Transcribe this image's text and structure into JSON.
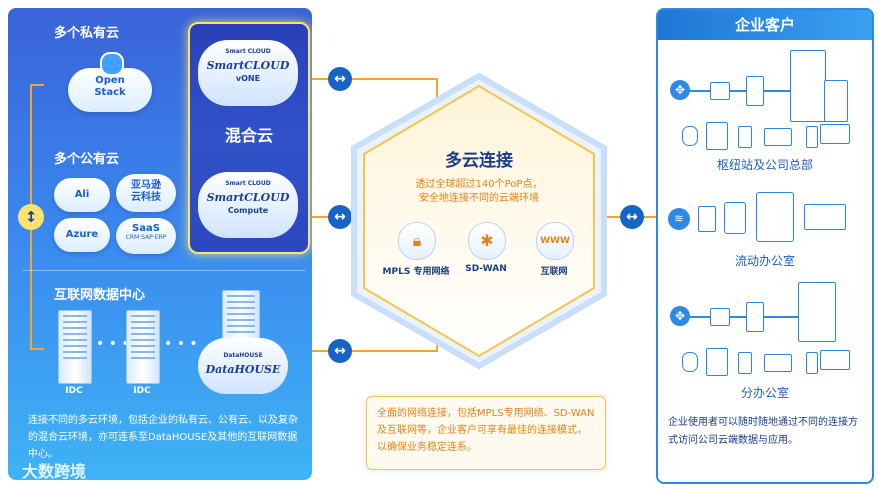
{
  "left": {
    "private_title": "多个私有云",
    "openstack": [
      "Open",
      "Stack"
    ],
    "public_title": "多个公有云",
    "ali": "Ali",
    "amazon": [
      "亚马逊",
      "云科技"
    ],
    "azure": "Azure",
    "saas": "SaaS",
    "saas_sub": "CRM·SAP·ERP",
    "hybrid_label": "混合云",
    "smartcloud_small": "Smart CLOUD",
    "smartcloud_logo": "SmartCLOUD",
    "vone": "vONE",
    "compute": "Compute",
    "idc_title": "互联网数据中心",
    "idc1": "IDC",
    "idc2": "IDC",
    "datahouse_small": "DataHOUSE",
    "datahouse_logo": "DataHOUSE",
    "desc": "连接不同的多云环境，包括企业的私有云、公有云、以及复杂的混合云环境，亦可连系至DataHOUSE及其他的互联网数据中心。"
  },
  "center": {
    "title": "多云连接",
    "desc_line1": "透过全球超过140个PoP点，",
    "desc_line2": "安全地连接不同的云端环境",
    "services": [
      {
        "label": "MPLS 专用网络",
        "icon": "lock-icon"
      },
      {
        "label": "SD-WAN",
        "icon": "network-icon"
      },
      {
        "label": "互联网",
        "icon": "www-icon"
      }
    ],
    "footer": "全面的网络连接，包括MPLS专用网络、SD-WAN及互联网等，企业客户可享有最佳的连接模式，以确保业务稳定连系。",
    "www_text": "WWW"
  },
  "right": {
    "title": "企业客户",
    "hq": "枢纽站及公司总部",
    "mobile": "流动办公室",
    "branch": "分办公室",
    "desc": "企业使用者可以随时随地通过不同的连接方式访问公司云端数据与应用。"
  },
  "watermark": "大数跨境",
  "colors": {
    "accent_orange": "#f5a623",
    "brand_blue": "#2e88e6"
  }
}
